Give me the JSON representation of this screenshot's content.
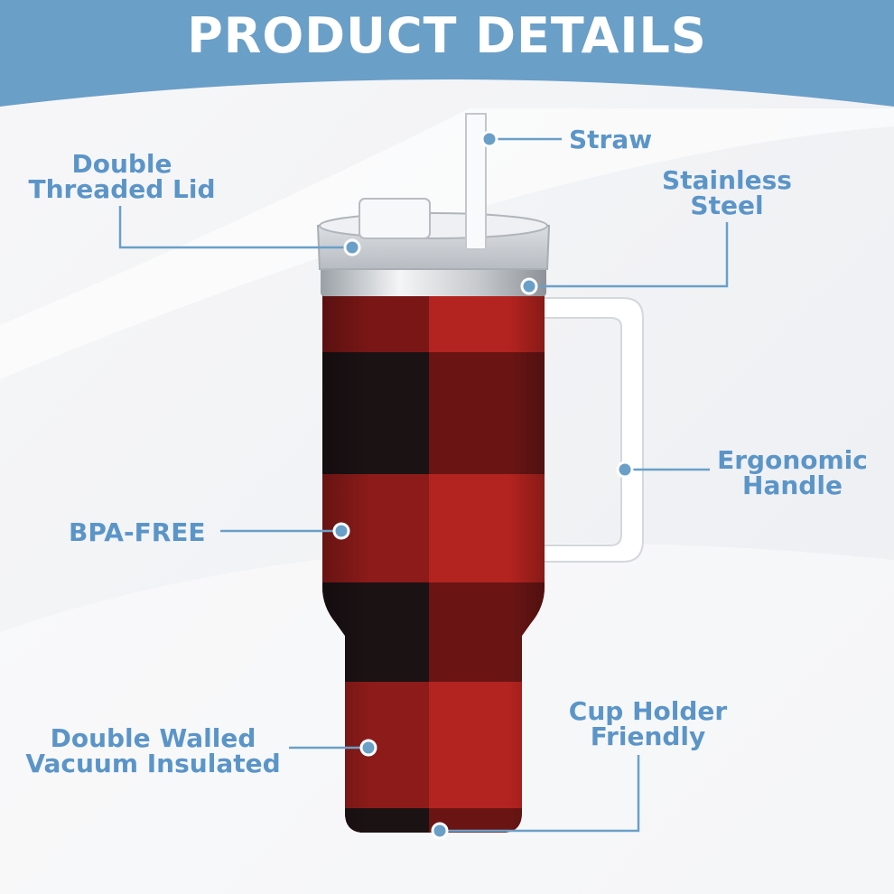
{
  "header": {
    "title": "PRODUCT DETAILS"
  },
  "labels": {
    "straw": "Straw",
    "lid_line1": "Double",
    "lid_line2": "Threaded Lid",
    "steel_line1": "Stainless",
    "steel_line2": "Steel",
    "handle_line1": "Ergonomic",
    "handle_line2": "Handle",
    "bpa": "BPA-FREE",
    "vacuum_line1": "Double Walled",
    "vacuum_line2": "Vacuum Insulated",
    "holder_line1": "Cup Holder",
    "holder_line2": "Friendly"
  },
  "colors": {
    "banner": "#6a9fc8",
    "label_text": "#5b95c8",
    "leader_line": "#6a9fc8",
    "plaid_red": "#b3231f",
    "plaid_dark": "#1b1214",
    "handle": "#ffffff",
    "steel": "#c9ccd0"
  }
}
